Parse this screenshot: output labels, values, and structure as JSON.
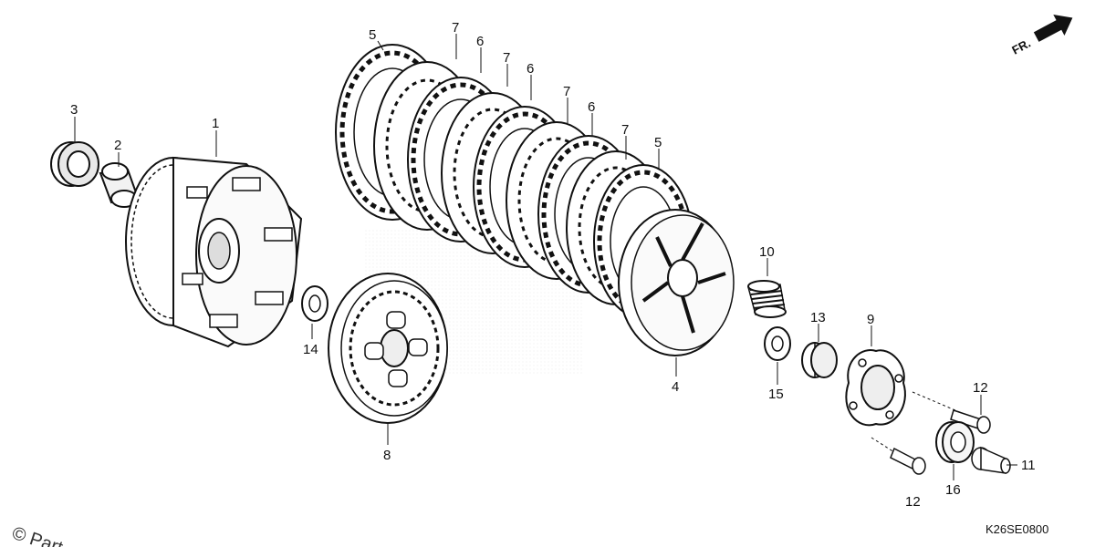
{
  "diagram": {
    "direction_marker": "FR.",
    "figure_code": "K26SE0800",
    "copyright_fragment": "© Part"
  },
  "parts": [
    {
      "id": "p1",
      "label": "1",
      "shape": "clutch-outer-basket"
    },
    {
      "id": "p2",
      "label": "2",
      "shape": "collar"
    },
    {
      "id": "p3",
      "label": "3",
      "shape": "needle-bearing"
    },
    {
      "id": "p4",
      "label": "4",
      "shape": "pressure-plate"
    },
    {
      "id": "p5a",
      "label": "5",
      "shape": "friction-disk"
    },
    {
      "id": "p5b",
      "label": "5",
      "shape": "friction-disk"
    },
    {
      "id": "p6a",
      "label": "6",
      "shape": "friction-disk"
    },
    {
      "id": "p6b",
      "label": "6",
      "shape": "friction-disk"
    },
    {
      "id": "p6c",
      "label": "6",
      "shape": "friction-disk"
    },
    {
      "id": "p7a",
      "label": "7",
      "shape": "clutch-plate"
    },
    {
      "id": "p7b",
      "label": "7",
      "shape": "clutch-plate"
    },
    {
      "id": "p7c",
      "label": "7",
      "shape": "clutch-plate"
    },
    {
      "id": "p7d",
      "label": "7",
      "shape": "clutch-plate"
    },
    {
      "id": "p8",
      "label": "8",
      "shape": "clutch-center"
    },
    {
      "id": "p9",
      "label": "9",
      "shape": "lifter-plate"
    },
    {
      "id": "p10",
      "label": "10",
      "shape": "clutch-spring"
    },
    {
      "id": "p11",
      "label": "11",
      "shape": "lifter-rod-pin"
    },
    {
      "id": "p12a",
      "label": "12",
      "shape": "bolt"
    },
    {
      "id": "p12b",
      "label": "12",
      "shape": "bolt"
    },
    {
      "id": "p13",
      "label": "13",
      "shape": "collar"
    },
    {
      "id": "p14",
      "label": "14",
      "shape": "washer"
    },
    {
      "id": "p15",
      "label": "15",
      "shape": "washer"
    },
    {
      "id": "p16",
      "label": "16",
      "shape": "ball-bearing"
    }
  ]
}
